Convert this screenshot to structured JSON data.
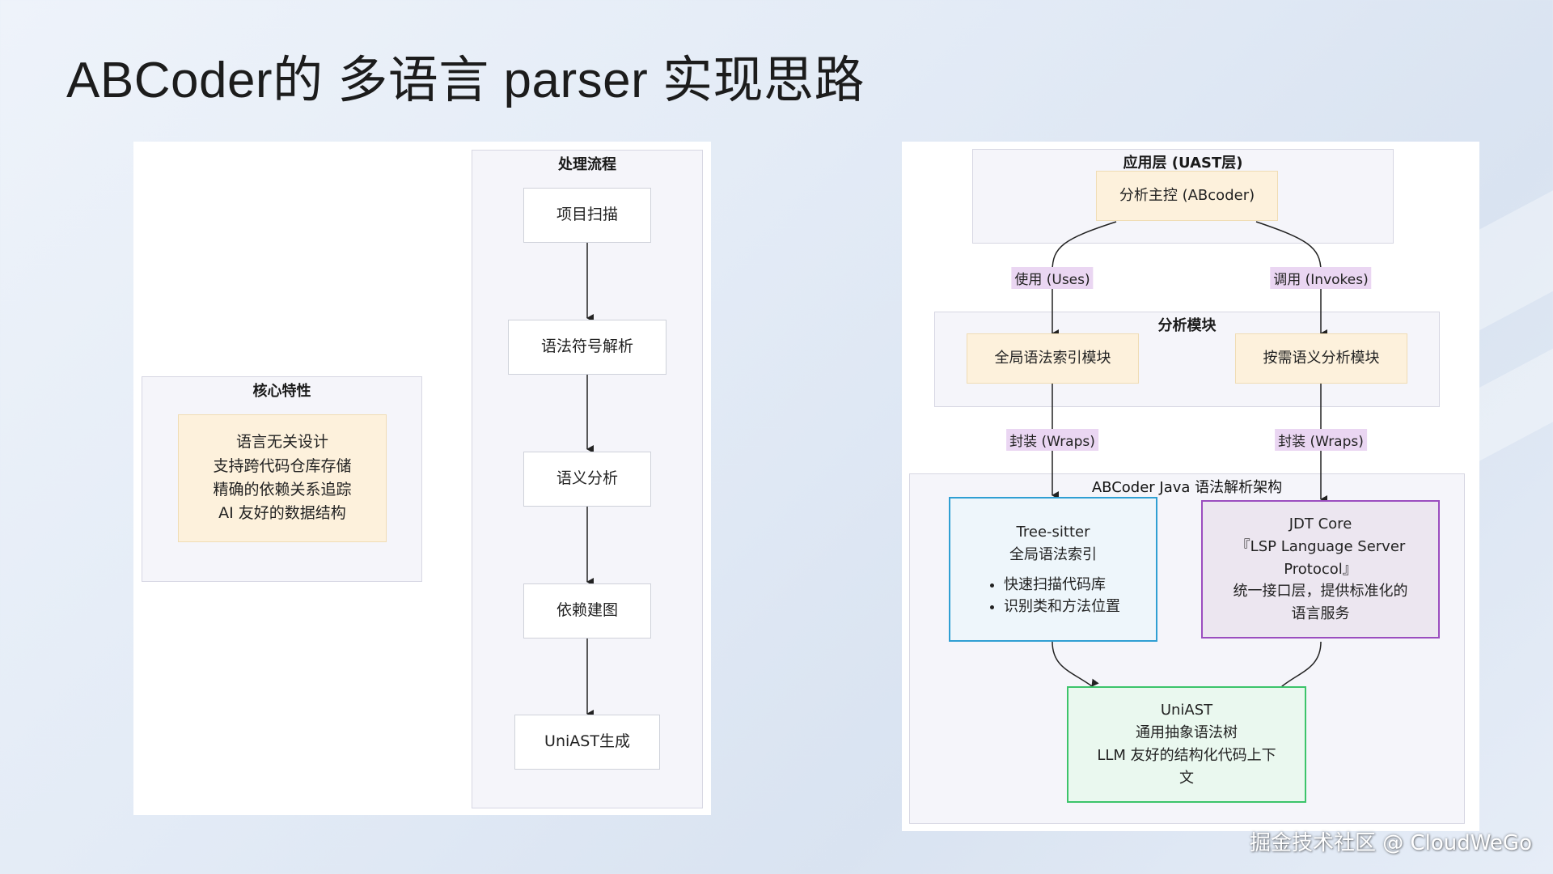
{
  "slide": {
    "title": "ABCoder的 多语言 parser 实现思路",
    "watermark": "掘金技术社区 @ CloudWeGo"
  },
  "left_diagram": {
    "core_group": {
      "title": "核心特性",
      "features": [
        "语言无关设计",
        "支持跨代码仓库存储",
        "精确的依赖关系追踪",
        "AI 友好的数据结构"
      ]
    },
    "process_group": {
      "title": "处理流程",
      "steps": [
        "项目扫描",
        "语法符号解析",
        "语义分析",
        "依赖建图",
        "UniAST生成"
      ]
    }
  },
  "right_diagram": {
    "app_layer": {
      "title": "应用层 (UAST层)",
      "node": "分析主控 (ABcoder)"
    },
    "analysis_modules": {
      "title": "分析模块",
      "global_index": "全局语法索引模块",
      "semantic": "按需语义分析模块"
    },
    "edge_labels": {
      "uses": "使用 (Uses)",
      "invokes": "调用 (Invokes)",
      "wraps_left": "封装 (Wraps)",
      "wraps_right": "封装 (Wraps)"
    },
    "java_arch": {
      "title": "ABCoder Java 语法解析架构",
      "tree_sitter": {
        "name": "Tree-sitter",
        "subtitle": "全局语法索引",
        "bullets": [
          "快速扫描代码库",
          "识别类和方法位置"
        ]
      },
      "jdt_core": {
        "name": "JDT Core",
        "lsp_line1": "『LSP Language Server",
        "lsp_line2": "Protocol』",
        "desc_line1": "统一接口层，提供标准化的",
        "desc_line2": "语言服务"
      },
      "uniast": {
        "name": "UniAST",
        "line1": "通用抽象语法树",
        "line2": "LLM 友好的结构化代码上下",
        "line3": "文"
      }
    }
  },
  "colors": {
    "cream_node": "#fdf1dc",
    "blue_border": "#2f9fd3",
    "purple_border": "#9b4dbf",
    "green_border": "#3cc46a",
    "edge_label_bg": "#ead6f2"
  }
}
